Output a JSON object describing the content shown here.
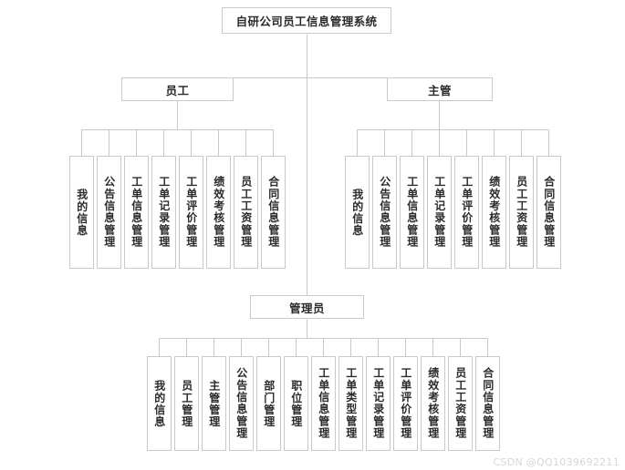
{
  "diagram": {
    "type": "organization-tree",
    "title": "自研公司员工信息管理系统",
    "root": {
      "label": "自研公司员工信息管理系统"
    },
    "branches": [
      {
        "key": "employee",
        "label": "员工",
        "children": [
          "我的信息",
          "公告信息管理",
          "工单信息管理",
          "工单记录管理",
          "工单评价管理",
          "绩效考核管理",
          "员工工资管理",
          "合同信息管理"
        ]
      },
      {
        "key": "supervisor",
        "label": "主管",
        "children": [
          "我的信息",
          "公告信息管理",
          "工单信息管理",
          "工单记录管理",
          "工单评价管理",
          "绩效考核管理",
          "员工工资管理",
          "合同信息管理"
        ]
      },
      {
        "key": "administrator",
        "label": "管理员",
        "children": [
          "我的信息",
          "员工管理",
          "主管管理",
          "公告信息管理",
          "部门管理",
          "职位管理",
          "工单信息管理",
          "工单类型管理",
          "工单记录管理",
          "工单评价管理",
          "绩效考核管理",
          "员工工资管理",
          "合同信息管理"
        ]
      }
    ]
  },
  "watermark": {
    "text": "CSDN @QQ1039692211"
  },
  "colors": {
    "border": "#c9c9c9",
    "text": "#2b2b2b",
    "background": "#ffffff",
    "connector": "#c9c9c9",
    "watermark": "#d6d6d6"
  }
}
